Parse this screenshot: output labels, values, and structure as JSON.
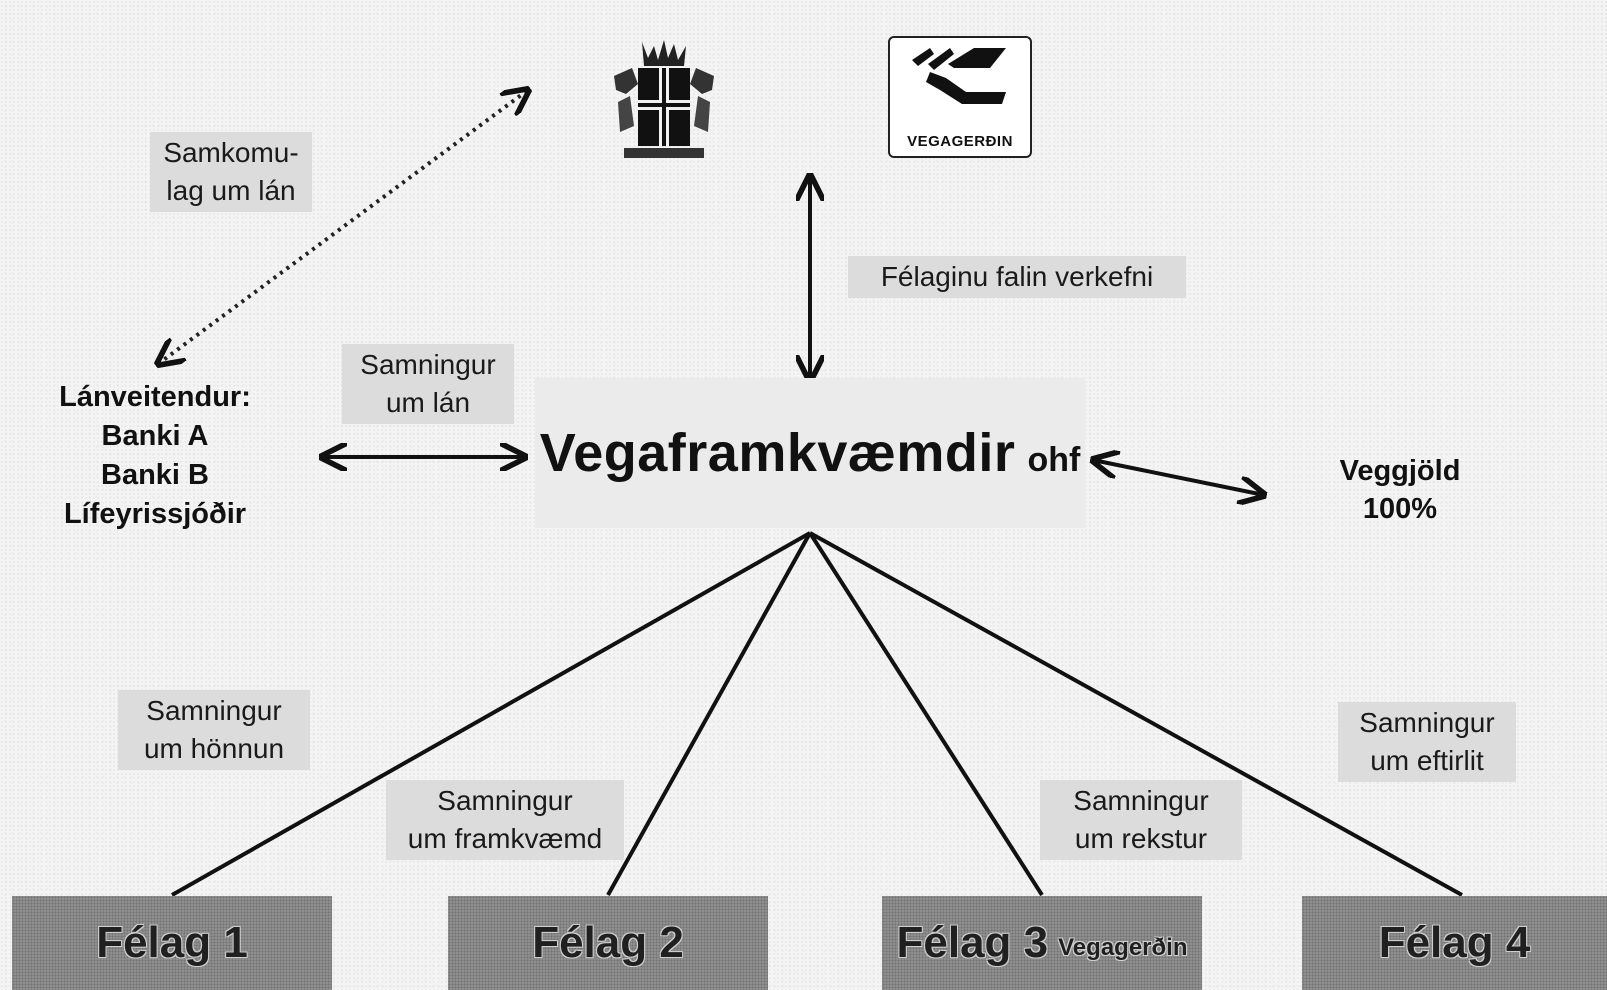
{
  "top": {
    "government_emblem": "coat-of-arms-icon",
    "agency_logo_text": "VEGAGERÐIN"
  },
  "company": {
    "name": "Vegaframkvæmdir",
    "suffix": "ohf"
  },
  "lenders": {
    "heading": "Lánveitendur:",
    "items": [
      "Banki A",
      "Banki B",
      "Lífeyrissjóðir"
    ]
  },
  "tolls": {
    "line1": "Veggjöld",
    "line2": "100%"
  },
  "relations": {
    "loan_agreement_gov": [
      "Samkomu-",
      "lag um lán"
    ],
    "tasks_assigned": [
      "Félaginu falin verkefni"
    ],
    "loan_contract": [
      "Samningur",
      "um lán"
    ],
    "design_contract": [
      "Samningur",
      "um hönnun"
    ],
    "construction_contract": [
      "Samningur",
      "um framkvæmd"
    ],
    "operation_contract": [
      "Samningur",
      "um rekstur"
    ],
    "supervision_contract": [
      "Samningur",
      "um eftirlit"
    ]
  },
  "companies": [
    {
      "label": "Félag 1",
      "sub": ""
    },
    {
      "label": "Félag 2",
      "sub": ""
    },
    {
      "label": "Félag 3",
      "sub": "Vegagerðin"
    },
    {
      "label": "Félag 4",
      "sub": ""
    }
  ]
}
